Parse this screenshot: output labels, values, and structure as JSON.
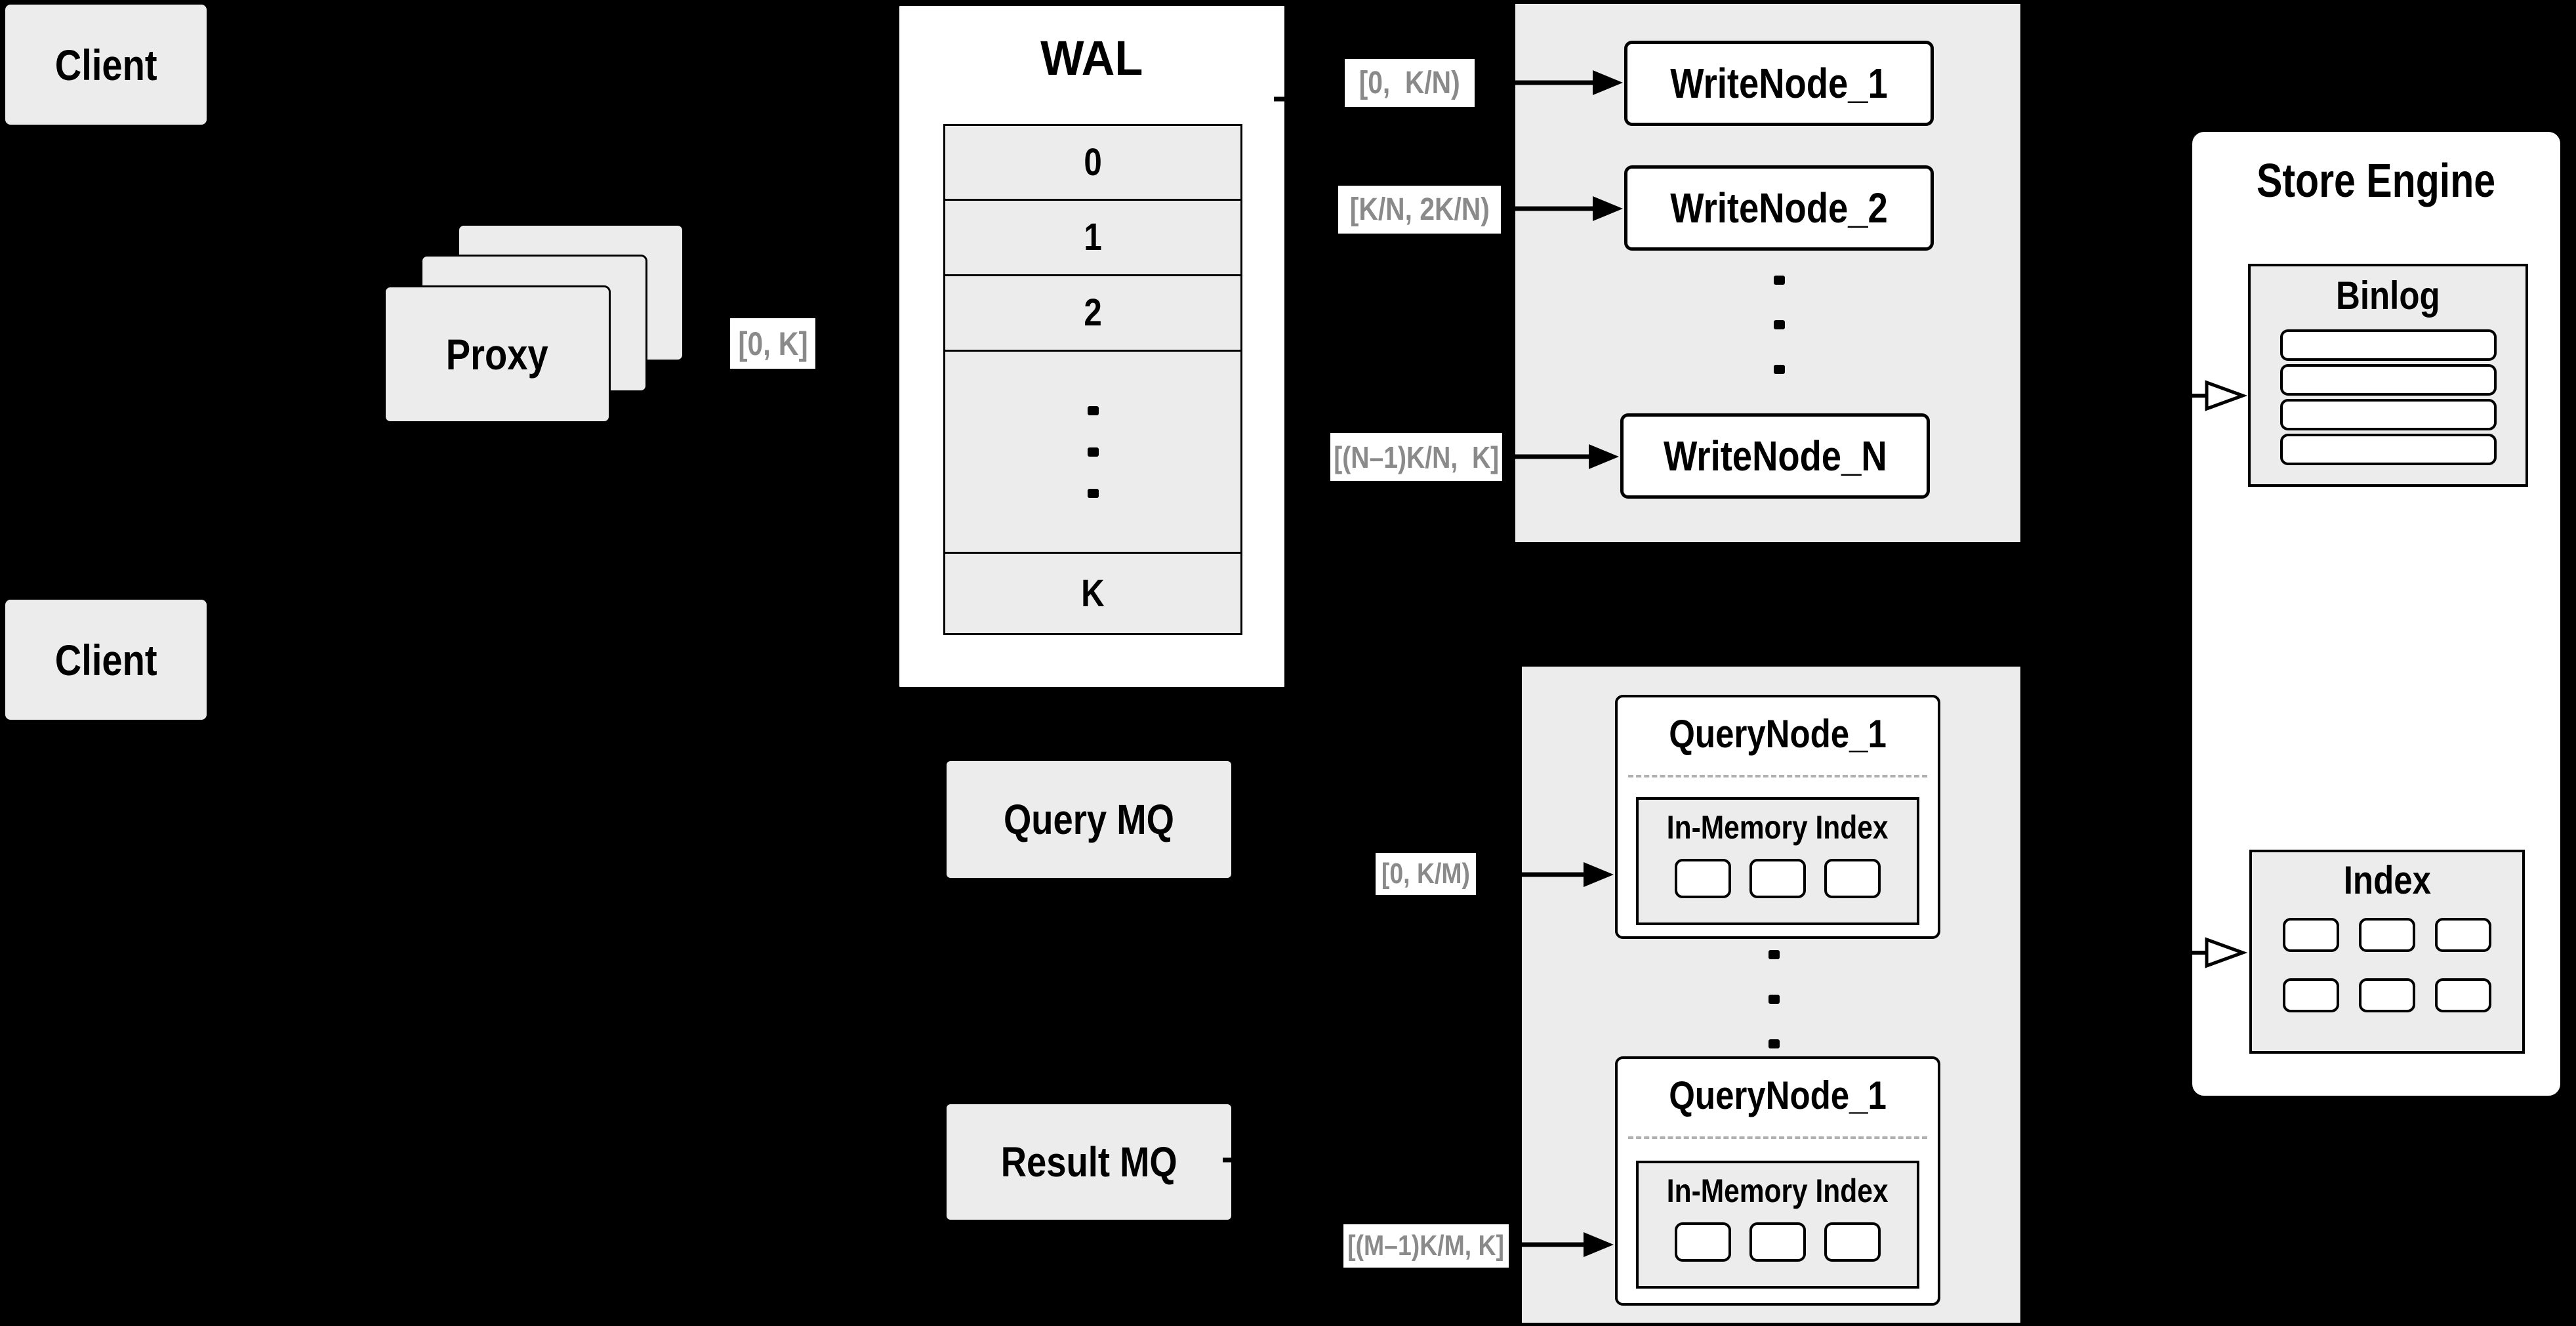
{
  "canvas": {
    "background": "#000000"
  },
  "palette": {
    "box_gray": "#ececec",
    "box_white": "#ffffff",
    "line_black": "#000000",
    "range_text_gray": "#8a8a8a",
    "dashed_gray": "#b0b0b0"
  },
  "clients": {
    "top_label": "Client",
    "bottom_label": "Client"
  },
  "proxy": {
    "label": "Proxy"
  },
  "range_labels": {
    "proxy_out": "[0, K]",
    "write_1": "[0,  K/N)",
    "write_2": "[K/N, 2K/N)",
    "write_n": "[(N–1)K/N,  K]",
    "query_1": "[0, K/M)",
    "query_m": "[(M–1)K/M, K]"
  },
  "wal": {
    "title": "WAL",
    "rows": [
      "0",
      "1",
      "2"
    ],
    "last_row": "K"
  },
  "write_group": {
    "node_1": "WriteNode_1",
    "node_2": "WriteNode_2",
    "node_n": "WriteNode_N"
  },
  "query_group": {
    "node_top_title": "QueryNode_1",
    "node_bottom_title": "QueryNode_1",
    "in_memory_label": "In-Memory Index"
  },
  "mq": {
    "query_label": "Query MQ",
    "result_label": "Result MQ"
  },
  "store_engine": {
    "title": "Store Engine",
    "binlog_label": "Binlog",
    "index_label": "Index"
  }
}
